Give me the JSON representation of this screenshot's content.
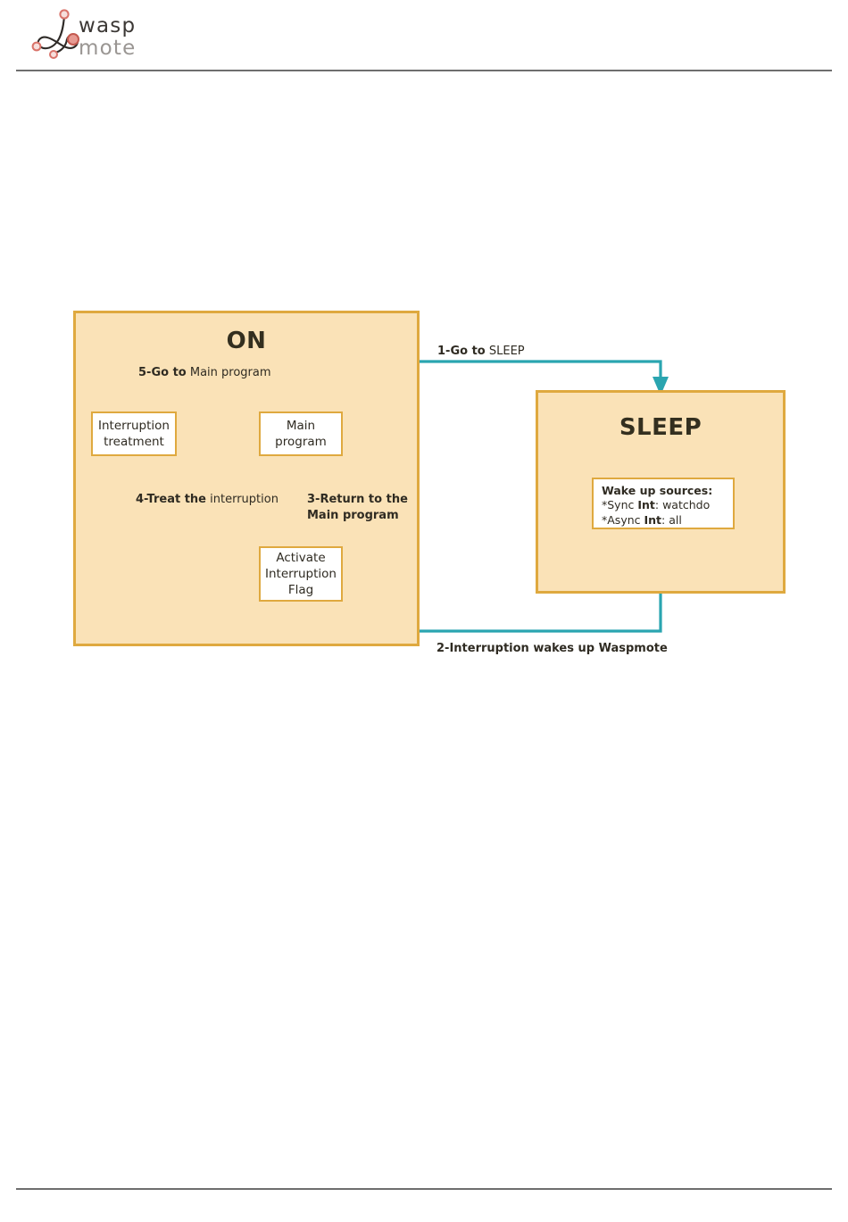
{
  "header": {
    "logo_name": "waspmote-logo",
    "logo_text_top": "wasp",
    "logo_text_bottom": "mote"
  },
  "diagram": {
    "type": "state-flow",
    "states": [
      {
        "id": "on",
        "title": "ON",
        "nodes": [
          {
            "id": "interruption-treatment",
            "lines": [
              "Interruption",
              "treatment"
            ]
          },
          {
            "id": "main-program",
            "lines": [
              "Main",
              "program"
            ]
          },
          {
            "id": "activate-flag",
            "lines": [
              "Activate",
              "Interruption",
              "Flag"
            ]
          }
        ]
      },
      {
        "id": "sleep",
        "title": "SLEEP",
        "info_box": {
          "line1_bold": "Wake up sources:",
          "line2_prefix": "*Sync ",
          "line2_bold": "Int",
          "line2_suffix": ": watchdo",
          "line3_prefix": "*Async ",
          "line3_bold": "Int",
          "line3_suffix": ": all"
        }
      }
    ],
    "edges": [
      {
        "id": "go-to-sleep",
        "step": "1",
        "label_bold": "1-Go to",
        "label_rest": "SLEEP",
        "from": "main-program",
        "to": "sleep"
      },
      {
        "id": "interruption-wakes-up",
        "step": "2",
        "label_bold": "2-Interruption wakes up Waspmote",
        "label_rest": "",
        "from": "sleep",
        "to": "activate-flag"
      },
      {
        "id": "return-to-main",
        "step": "3",
        "label_line1": "3-Return to the",
        "label_line2": "Main program",
        "from": "activate-flag",
        "to": "main-program"
      },
      {
        "id": "treat-the-interruption",
        "step": "4",
        "label_bold": "4-Treat the",
        "label_rest": "interruption",
        "from": "main-program",
        "to": "interruption-treatment"
      },
      {
        "id": "go-to-main-program",
        "step": "5",
        "label_bold": "5-Go to",
        "label_rest": "Main program",
        "from": "interruption-treatment",
        "to": "main-program"
      }
    ]
  },
  "colors": {
    "state_fill": "#fae2b7",
    "state_border": "#dfa93f",
    "node_fill": "#ffffff",
    "arrow": "#2aa5b0",
    "text": "#2f2b22",
    "rule": "#6e6e6e",
    "logo_accent": "#d9736a"
  }
}
